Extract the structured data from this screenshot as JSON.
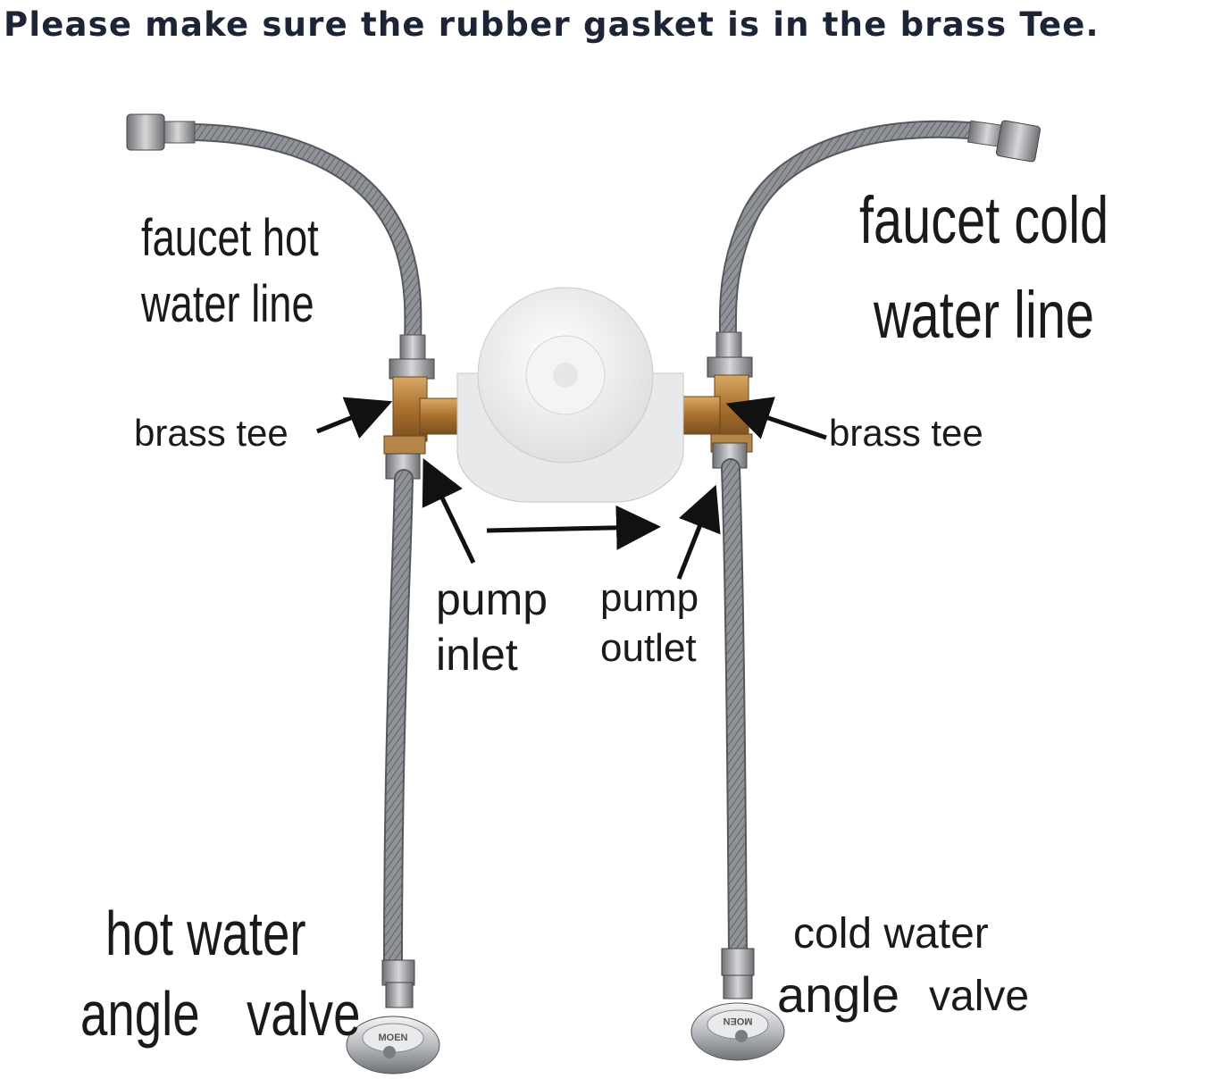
{
  "headline": "Please make sure the rubber gasket is in the brass Tee.",
  "labels": {
    "faucet_hot": [
      "faucet hot",
      "water line"
    ],
    "faucet_cold": [
      "faucet cold",
      "water line"
    ],
    "brass_tee_left": "brass tee",
    "brass_tee_right": "brass tee",
    "pump_inlet": [
      "pump",
      "inlet"
    ],
    "pump_outlet": [
      "pump",
      "outlet"
    ],
    "hot_valve": [
      "hot water",
      "angle",
      "valve"
    ],
    "cold_valve": [
      "cold water",
      "angle",
      "valve"
    ]
  },
  "valve_brand": "MOEN",
  "colors": {
    "headline": "#1c2438",
    "text": "#1a1a1a",
    "hose": "#8c8f93",
    "brass": "#b07a3a",
    "pump": "#f1f2f3",
    "chrome": "#c9ccd0"
  }
}
